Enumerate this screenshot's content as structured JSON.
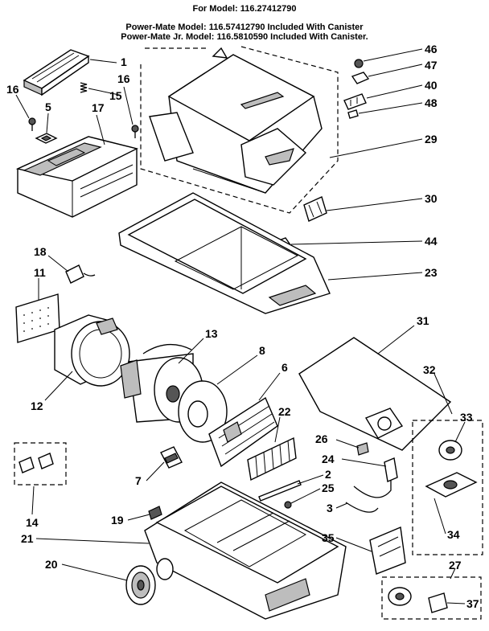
{
  "header": {
    "model_line": "For Model: 116.27412790",
    "powermate_line": "Power-Mate Model: 116.57412790 Included With Canister",
    "powermate_jr_line": "Power-Mate Jr. Model: 116.5810590 Included With Canister."
  },
  "callouts": [
    "1",
    "16",
    "15",
    "5",
    "17",
    "16",
    "46",
    "47",
    "40",
    "48",
    "29",
    "30",
    "44",
    "23",
    "18",
    "11",
    "13",
    "31",
    "8",
    "12",
    "6",
    "32",
    "33",
    "22",
    "26",
    "24",
    "2",
    "25",
    "7",
    "3",
    "14",
    "19",
    "21",
    "35",
    "34",
    "20",
    "27",
    "37"
  ]
}
